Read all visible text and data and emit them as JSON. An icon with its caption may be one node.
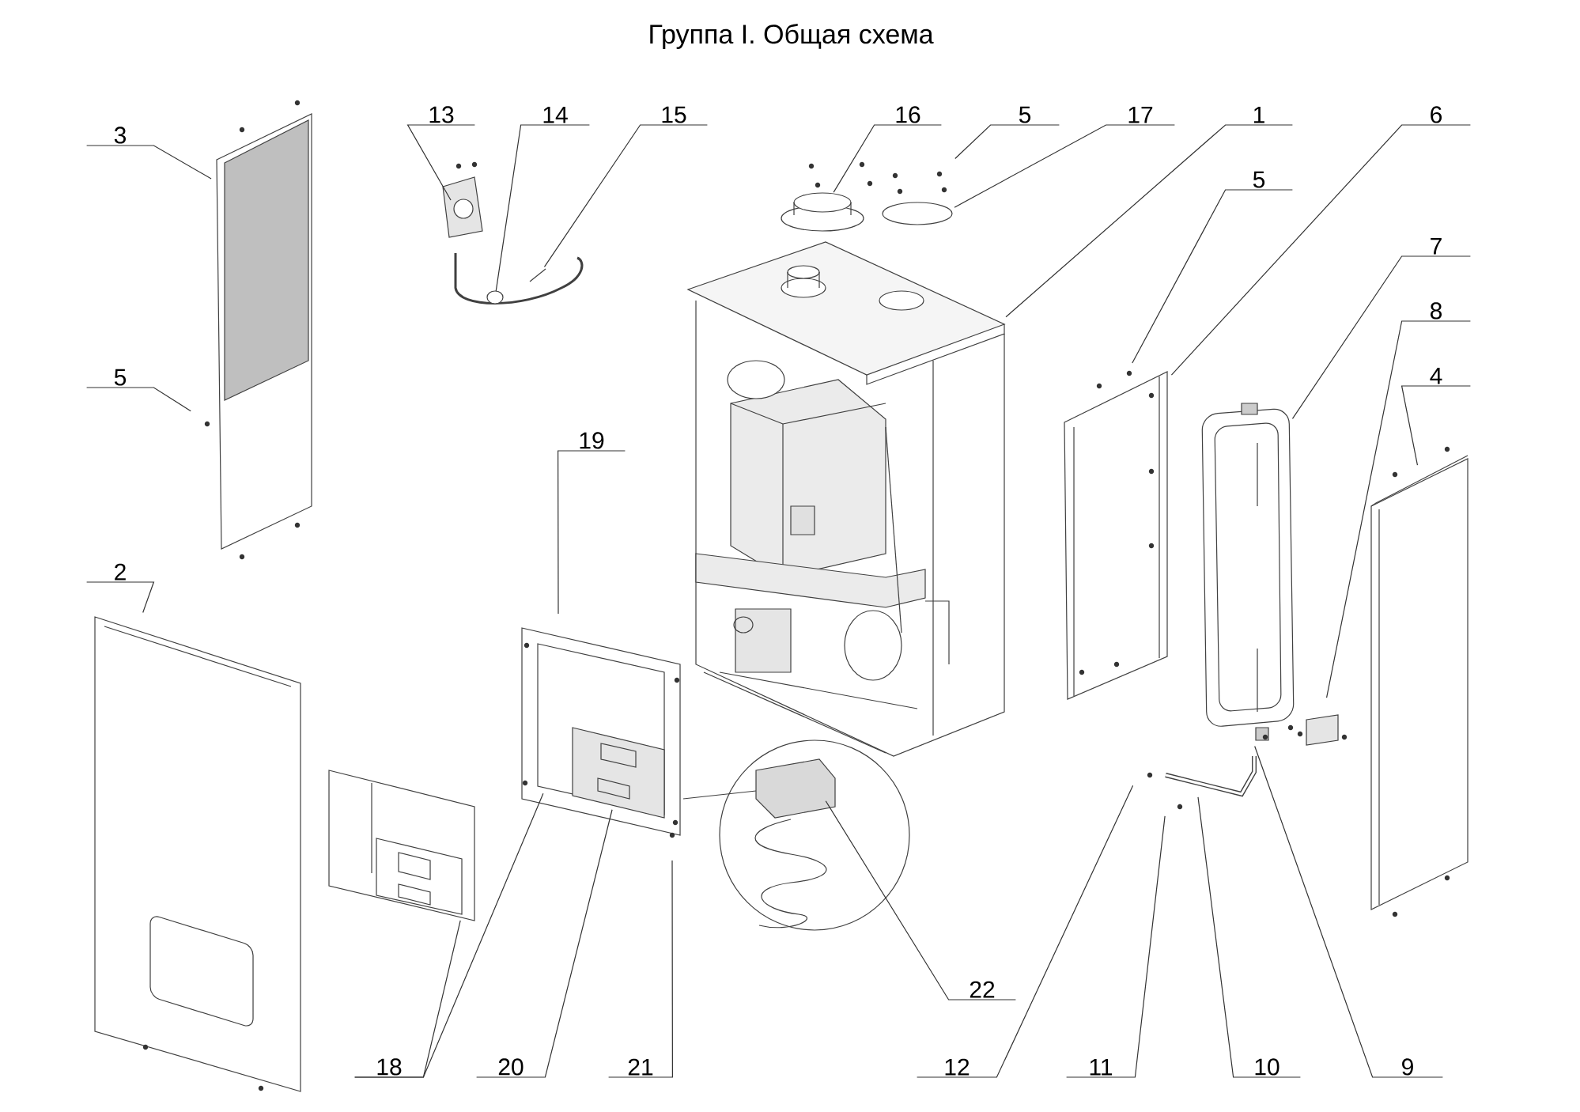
{
  "diagram": {
    "title": "Группа I. Общая схема",
    "nodes": [
      {
        "text": [
          "3"
        ]
      },
      {
        "text": [
          "13"
        ]
      },
      {
        "text": [
          "14"
        ]
      },
      {
        "text": [
          "15"
        ]
      },
      {
        "text": [
          "16"
        ]
      },
      {
        "text": [
          "5"
        ]
      },
      {
        "text": [
          "17"
        ]
      },
      {
        "text": [
          "1"
        ]
      },
      {
        "text": [
          "6"
        ]
      },
      {
        "text": [
          "5"
        ]
      },
      {
        "text": [
          "7"
        ]
      },
      {
        "text": [
          "8"
        ]
      },
      {
        "text": [
          "4"
        ]
      },
      {
        "text": [
          "5"
        ]
      },
      {
        "text": [
          "19"
        ]
      },
      {
        "text": [
          "2"
        ]
      },
      {
        "text": [
          "22"
        ]
      },
      {
        "text": [
          "18"
        ]
      },
      {
        "text": [
          "20"
        ]
      },
      {
        "text": [
          "21"
        ]
      },
      {
        "text": [
          "12"
        ]
      },
      {
        "text": [
          "11"
        ]
      },
      {
        "text": [
          "10"
        ]
      },
      {
        "text": [
          "9"
        ]
      }
    ],
    "edges": [
      {
        "from": 0,
        "to": null,
        "arrow": "none"
      },
      {
        "from": 1,
        "to": null,
        "arrow": "none"
      },
      {
        "from": 2,
        "to": null,
        "arrow": "none"
      },
      {
        "from": 3,
        "to": null,
        "arrow": "none"
      },
      {
        "from": 4,
        "to": null,
        "arrow": "none"
      },
      {
        "from": 5,
        "to": null,
        "arrow": "none"
      },
      {
        "from": 6,
        "to": null,
        "arrow": "none"
      },
      {
        "from": 7,
        "to": null,
        "arrow": "none"
      },
      {
        "from": 8,
        "to": null,
        "arrow": "none"
      },
      {
        "from": 9,
        "to": null,
        "arrow": "none"
      },
      {
        "from": 10,
        "to": null,
        "arrow": "none"
      },
      {
        "from": 11,
        "to": null,
        "arrow": "none"
      },
      {
        "from": 12,
        "to": null,
        "arrow": "none"
      },
      {
        "from": 13,
        "to": null,
        "arrow": "none"
      },
      {
        "from": 14,
        "to": null,
        "arrow": "none"
      },
      {
        "from": 15,
        "to": null,
        "arrow": "none"
      },
      {
        "from": 16,
        "to": null,
        "arrow": "none"
      },
      {
        "from": 17,
        "to": null,
        "arrow": "none"
      },
      {
        "from": 17,
        "to": null,
        "arrow": "none"
      },
      {
        "from": 18,
        "to": null,
        "arrow": "none"
      },
      {
        "from": 19,
        "to": null,
        "arrow": "none"
      },
      {
        "from": 20,
        "to": null,
        "arrow": "none"
      },
      {
        "from": 21,
        "to": null,
        "arrow": "none"
      },
      {
        "from": 22,
        "to": null,
        "arrow": "none"
      },
      {
        "from": 23,
        "to": null,
        "arrow": "none"
      }
    ]
  }
}
